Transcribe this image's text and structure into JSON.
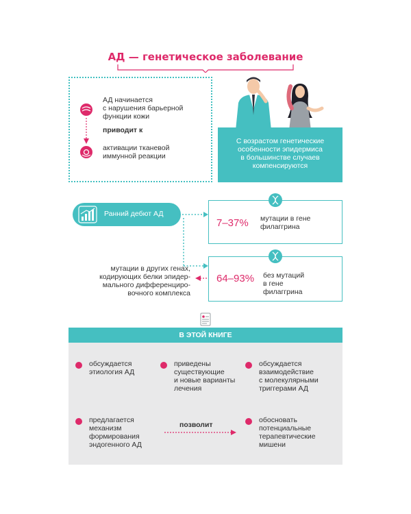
{
  "title": "АД — генетическое заболевание",
  "left_box": {
    "line1": [
      "АД начинается",
      "с нарушения барьерной",
      "функции кожи"
    ],
    "leads_to": "приводит к",
    "line2": [
      "активации тканевой",
      "иммунной реакции"
    ]
  },
  "teal_box": [
    "С возрастом генетические",
    "особенности эпидермиса",
    "в большинстве случаев",
    "компенсируются"
  ],
  "early_onset": "Ранний дебют АД",
  "stat1": {
    "value": "7–37%",
    "text": [
      "мутации в гене",
      "филаггрина"
    ]
  },
  "stat2": {
    "value": "64–93%",
    "text": [
      "без мутаций",
      "в гене",
      "филаггрина"
    ]
  },
  "other_genes": [
    "мутации в других генах,",
    "кодирующих белки эпидер-",
    "мального дифференциро-",
    "вочного комплекса"
  ],
  "book": {
    "header": "В ЭТОЙ КНИГЕ",
    "item1": [
      "обсуждается",
      "этиология АД"
    ],
    "item2": [
      "приведены",
      "существующие",
      "и новые варианты",
      "лечения"
    ],
    "item3": [
      "обсуждается",
      "взаимодействие",
      "с молекулярными",
      "триггерами АД"
    ],
    "item4": [
      "предлагается",
      "механизм",
      "формирования",
      "эндогенного АД"
    ],
    "allows": "позволит",
    "item5": [
      "обосновать",
      "потенциальные",
      "терапевтические",
      "мишени"
    ]
  },
  "colors": {
    "teal": "#45bfc1",
    "pink": "#de2a6a",
    "gray": "#e9e9ea"
  }
}
